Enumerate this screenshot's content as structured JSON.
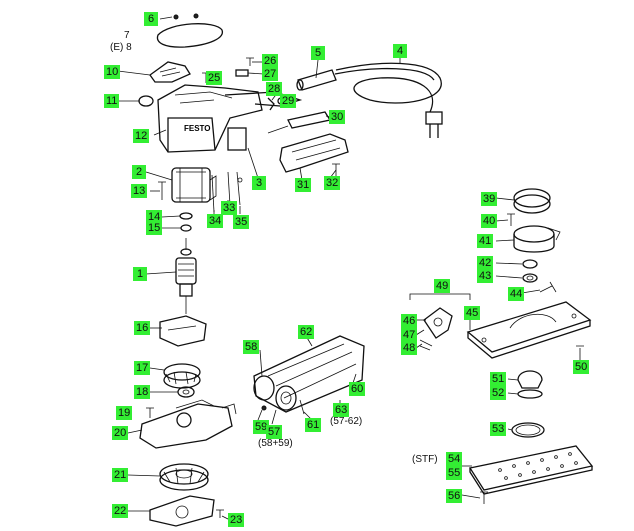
{
  "labels": {
    "l1": "1",
    "l2": "2",
    "l3": "3",
    "l4": "4",
    "l5": "5",
    "l6": "6",
    "l10": "10",
    "l11": "11",
    "l12": "12",
    "l13": "13",
    "l14": "14",
    "l15": "15",
    "l16": "16",
    "l17": "17",
    "l18": "18",
    "l19": "19",
    "l20": "20",
    "l21": "21",
    "l22": "22",
    "l23": "23",
    "l25": "25",
    "l26": "26",
    "l27": "27",
    "l28": "28",
    "l29": "29",
    "l30": "30",
    "l31": "31",
    "l32": "32",
    "l33": "33",
    "l34": "34",
    "l35": "35",
    "l39": "39",
    "l40": "40",
    "l41": "41",
    "l42": "42",
    "l43": "43",
    "l44": "44",
    "l45": "45",
    "l46": "46",
    "l47": "47",
    "l48": "48",
    "l49": "49",
    "l50": "50",
    "l51": "51",
    "l52": "52",
    "l53": "53",
    "l54": "54",
    "l55": "55",
    "l56": "56",
    "l57": "57",
    "l58": "58",
    "l59": "59",
    "l60": "60",
    "l61": "61",
    "l62": "62",
    "l63": "63"
  },
  "annotations": {
    "e8": "(E) 8",
    "seven": "7",
    "stf": "(STF)",
    "note_57": "(58+59)",
    "note_63": "(57-62)"
  },
  "brand_mark": "FESTO"
}
